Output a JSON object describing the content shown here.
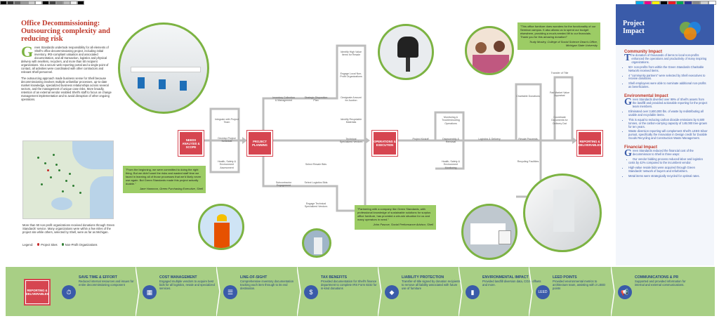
{
  "left": {
    "title": "Office Decommissioning: Outsourcing complexity and reducing risk",
    "dropcap": "G",
    "para1": "reen Standards undertook responsibility for all elements of Shell's office decommissioning project, including initial inventory, IRS-compliant valuation and associated documentation, and all transaction, logistics and physical delivery with resellers, recyclers, and more than 50 recipient organizations. Via a secure web reporting portal and a single point of contact, all activities were coordinated with other contractors and relevant Shell personnel.",
    "para2": "The outsourcing approach made business sense for Shell because decommissioning involves multiple unfamiliar processes, up-to-date market knowledge, specialized business relationships across several sectors, and the management of unique case risks. More broadly, retention of an external vendor enabled Shell's staff to focus on change management implementation and to avoid disruption of other ongoing operations.",
    "map_caption": "More than 50 non-profit organizations received donations through Green Standards' service. Many organizations were within a few miles of the project site while others, selected by Shell, were as far as Michigan.",
    "legend_label": "Legend:",
    "legend_sites": "Project Sites",
    "legend_np": "Non-Profit Organizations"
  },
  "stages": [
    {
      "label": "NEEDS ANALYSIS & SCOPE"
    },
    {
      "label": "PROJECT PLANNING"
    },
    {
      "label": "OPERATIONS & EXECUTION"
    },
    {
      "label": "REPORTING & DELIVERABLES"
    }
  ],
  "steps": {
    "s1": "Integrate with Project Team",
    "s2": "Develop Project Schedule",
    "s3": "Health, Safety & Environment Assessment",
    "s4": "Inventory Collection & Management",
    "s5": "Strategic Disposition Plan",
    "s6": "Identify High Value Items for Resale",
    "s7": "Engage Local Non-Profit Organizations",
    "s8": "Designate Amount for Auction",
    "s9": "Identify Recyclable Materials",
    "s10": "Technical Specialized Vendors",
    "s11": "Subcontractor Engagement",
    "s12": "Select Resale Bids",
    "s13": "Select Logistics Bids",
    "s14": "Engage Technical Specialized Vendors",
    "s15": "Project Kickoff",
    "s16": "Monitoring & Troubleshooting Operations",
    "s17": "Disassembly & Removal",
    "s18": "Health, Safety & Environment Monitoring",
    "s19": "Logistics & Delivery",
    "s20": "Charitable Donations",
    "s21": "Resale Proceeds",
    "s22": "Recycling Facilities",
    "s23": "Transfer of Title",
    "s24": "Fair Market Value Appraisal",
    "s25": "Coordinate Documents for Delivery Dat"
  },
  "quotes": {
    "q1": "\"This office furniture does wonders for the functionality of our Seminar campus. It also allows us to spend our budget elsewhere, providing a much-needed lift to our financials. Thank you for this amazing donation!\"",
    "q1_by": "Trudy Mosley, College of Social Science Dean's Office, Michigan State University",
    "q2": "\"From the beginning, we were committed to doing the right thing. But we didn't want the risks and wasted staff time we faced in learning all of those processes that we'd likely never use again. But Green Standards made this project actually doable.\"",
    "q2_by": "Jane Hammon, Green Purchasing Executive, Shell",
    "q3": "\"Partnering with a company like Green Standards, with professional knowledge of sustainable solutions for surplus office furniture, has provided a win-win situation for us and many operators in need.\"",
    "q3_by": "John Pascoe, Social Performance Advisor, Shell"
  },
  "impact": {
    "title": "Project Impact",
    "community_h": "Community Impact",
    "community_dc": "T",
    "community_p": "he donation of thousands of items to local non-profits enhanced the operations and productivity of many inspiring organizations.",
    "community_list": [
      "50+ non-profits from within the Green Standards Charitable Network received items.",
      "4 \"community partners\" were selected by Shell executives to receive donations.",
      "Shell employees were able to nominate additional non-profits as beneficiaries."
    ],
    "env_h": "Environmental Impact",
    "env_dc": "G",
    "env_p": "reen Standards diverted over 99% of Shell's assets from the landfill and provided actionable reporting for the project team members.",
    "env_list": [
      "Eliminated over 3,600,000 lbs. of waste by redistributing all usable and recyclable items.",
      "This is equal to reducing carbon dioxide emissions by 6,500 tonnes, or the carbon-carrying capacity of 149,000 tree-grown for ten years.",
      "Waste diversion reporting will complement Shell's LEED Silver pursuit, specifically the Innovation in Design credit for Durable Goods Recycling and Construction Waste Management."
    ],
    "fin_h": "Financial Impact",
    "fin_dc": "G",
    "fin_p": "reen Standards reduced the financial cost of the decommission to Shell in three ways:",
    "fin_list": [
      "Our vendor bidding process reduced labor and logistics costs by 42% compared to the incumbent vendor.",
      "High-value resale bids were acquired through Green Standards' network of buyers and refurbishers.",
      "Metal items were strategically recycled for optimal rates."
    ]
  },
  "band": {
    "stage_label": "REPORTING & DELIVERABLES",
    "benefits": [
      {
        "title": "SAVE TIME & EFFORT",
        "desc": "Reduced internal resources and issues for entire decommissioning component",
        "icon": "stopwatch-icon",
        "glyph": "⏱"
      },
      {
        "title": "COST MANAGEMENT",
        "desc": "Engaged multiple vendors to acquire best bids for all logistics, resale and specialized services.",
        "icon": "calculator-icon",
        "glyph": "▦"
      },
      {
        "title": "LINE-OF-SIGHT",
        "desc": "Comprehensive inventory documentation tracking each item through to its end destination.",
        "icon": "list-icon",
        "glyph": "☰"
      },
      {
        "title": "TAX BENEFITS",
        "desc": "Provided documentation for Shell's finance department to complete IRS Form 8232 for in-kind donations",
        "icon": "money-icon",
        "glyph": "$"
      },
      {
        "title": "LIABILITY PROTECTION",
        "desc": "Transfer-of-title signed by donation recipients to remove all liability associated with future use of furniture",
        "icon": "shield-icon",
        "glyph": "◆"
      },
      {
        "title": "ENVIRONMENTAL IMPACT",
        "desc": "Provided landfill diversion data, CO2e offsets and more.",
        "icon": "bar-chart-icon",
        "glyph": "▮"
      },
      {
        "title": "LEED POINTS",
        "desc": "Provided environmental metrics to architecture team, assisting with 2 LEED points",
        "icon": "leed-icon",
        "glyph": "LEED"
      },
      {
        "title": "COMMUNICATIONS & PR",
        "desc": "Supported and provided information for internal and external communications.",
        "icon": "megaphone-icon",
        "glyph": "📢"
      }
    ]
  }
}
